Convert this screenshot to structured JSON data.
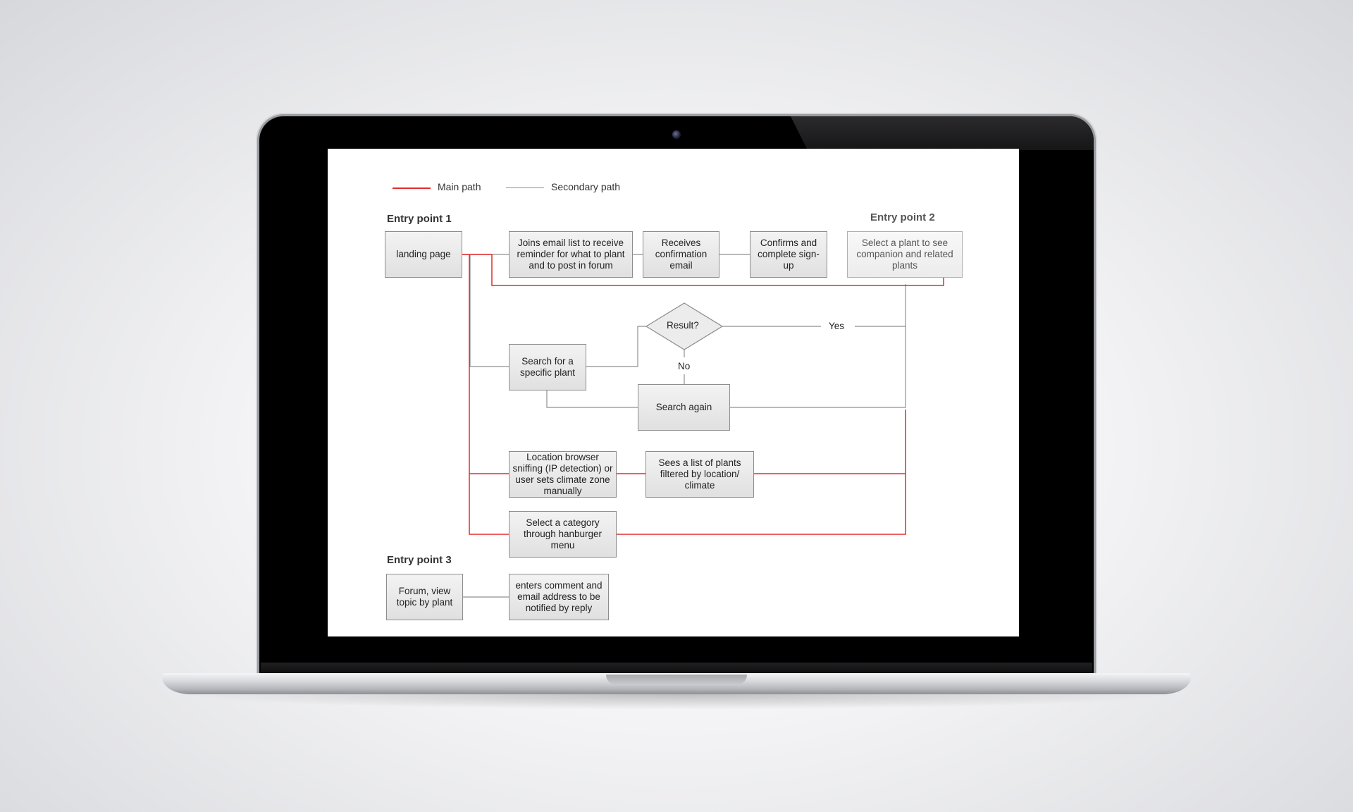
{
  "legend": {
    "main_path": "Main path",
    "secondary_path": "Secondary path"
  },
  "colors": {
    "main_path": "#e52b2b",
    "secondary_path": "#8f8f8f"
  },
  "headings": {
    "entry_point_1": "Entry point 1",
    "entry_point_2": "Entry point 2",
    "entry_point_3": "Entry point 3"
  },
  "nodes": {
    "landing_page": "landing page",
    "join_email": "Joins email list to receive reminder for what to plant and to post in forum",
    "receives_confirmation": "Receives confirmation email",
    "confirms_signup": "Confirms and complete sign-up",
    "select_plant": "Select a plant to see companion and related plants",
    "result_decision": "Result?",
    "search_plant": "Search for a specific plant",
    "search_again": "Search again",
    "location_sniffing": "Location browser sniffing (IP detection) or user sets climate zone manually",
    "filtered_list": "Sees a list of plants filtered by location/ climate",
    "select_category": "Select a category through hanburger menu",
    "forum_view": "Forum, view topic by plant",
    "enter_comment": "enters comment and email address to be notified by reply"
  },
  "edge_labels": {
    "yes": "Yes",
    "no": "No"
  }
}
